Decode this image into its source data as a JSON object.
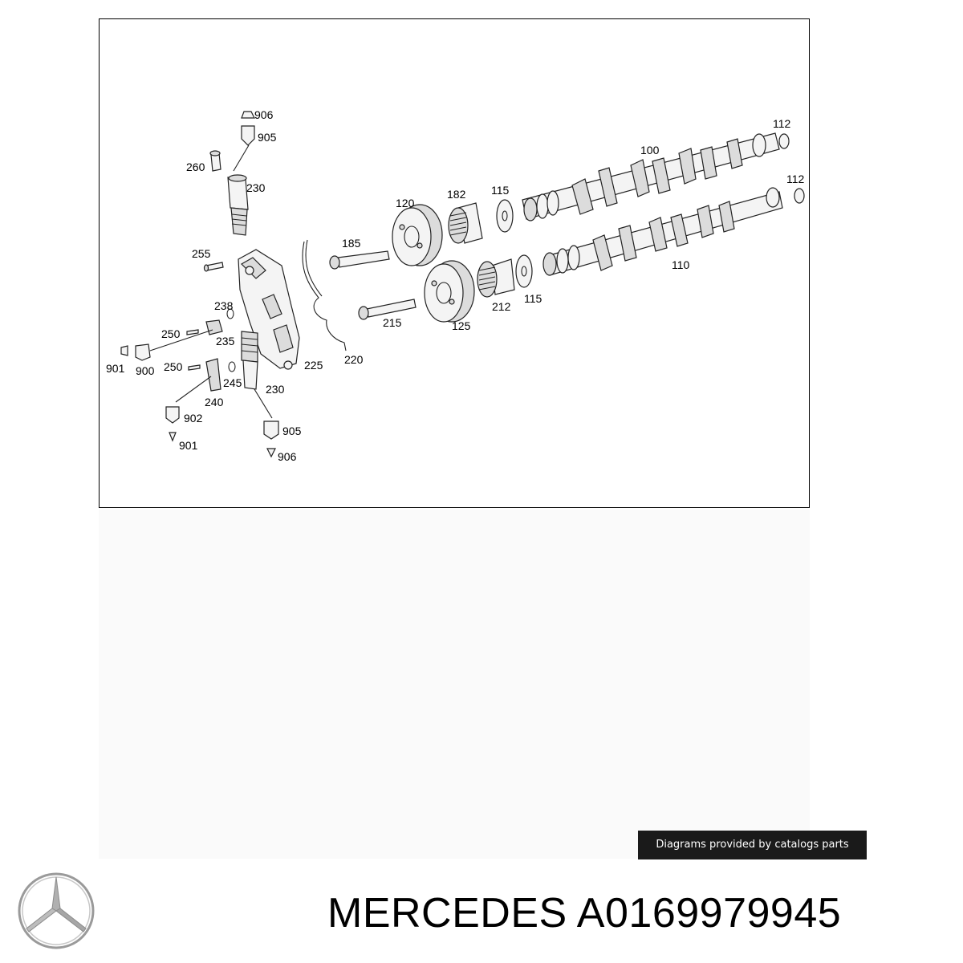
{
  "diagram": {
    "labels": [
      {
        "id": "906",
        "text": "906"
      },
      {
        "id": "905",
        "text": "905"
      },
      {
        "id": "260",
        "text": "260"
      },
      {
        "id": "230",
        "text": "230"
      },
      {
        "id": "255",
        "text": "255"
      },
      {
        "id": "238",
        "text": "238"
      },
      {
        "id": "250",
        "text": "250"
      },
      {
        "id": "235",
        "text": "235"
      },
      {
        "id": "901",
        "text": "901"
      },
      {
        "id": "900",
        "text": "900"
      },
      {
        "id": "250b",
        "text": "250"
      },
      {
        "id": "245",
        "text": "245"
      },
      {
        "id": "230b",
        "text": "230"
      },
      {
        "id": "240",
        "text": "240"
      },
      {
        "id": "902",
        "text": "902"
      },
      {
        "id": "901b",
        "text": "901"
      },
      {
        "id": "905b",
        "text": "905"
      },
      {
        "id": "906b",
        "text": "906"
      },
      {
        "id": "225",
        "text": "225"
      },
      {
        "id": "220",
        "text": "220"
      },
      {
        "id": "185",
        "text": "185"
      },
      {
        "id": "215",
        "text": "215"
      },
      {
        "id": "120",
        "text": "120"
      },
      {
        "id": "182",
        "text": "182"
      },
      {
        "id": "125",
        "text": "125"
      },
      {
        "id": "212",
        "text": "212"
      },
      {
        "id": "115",
        "text": "115"
      },
      {
        "id": "115b",
        "text": "115"
      },
      {
        "id": "100",
        "text": "100"
      },
      {
        "id": "110",
        "text": "110"
      },
      {
        "id": "112",
        "text": "112"
      },
      {
        "id": "112b",
        "text": "112"
      }
    ]
  },
  "credit": "Diagrams provided by catalogs parts",
  "footer": {
    "brand": "MERCEDES",
    "part_number": "A0169979945"
  },
  "logo_icon": "mercedes-star-icon"
}
